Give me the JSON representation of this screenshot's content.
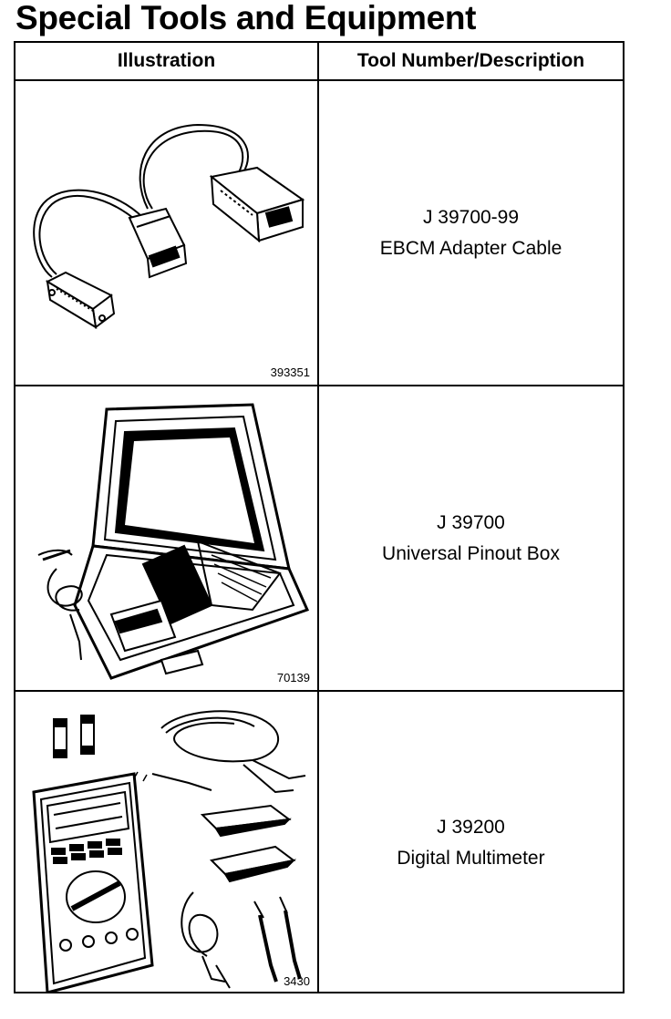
{
  "page": {
    "title": "Special Tools and Equipment"
  },
  "table": {
    "headers": {
      "illustration": "Illustration",
      "description": "Tool Number/Description"
    },
    "rows": [
      {
        "figure_id": "393351",
        "tool_number": "J 39700-99",
        "description": "EBCM Adapter Cable",
        "illustration_icon": "adapter-cable-illustration"
      },
      {
        "figure_id": "70139",
        "tool_number": "J 39700",
        "description": "Universal Pinout Box",
        "illustration_icon": "pinout-box-case-illustration"
      },
      {
        "figure_id": "3430",
        "tool_number": "J 39200",
        "description": "Digital Multimeter",
        "illustration_icon": "multimeter-kit-illustration"
      }
    ]
  }
}
